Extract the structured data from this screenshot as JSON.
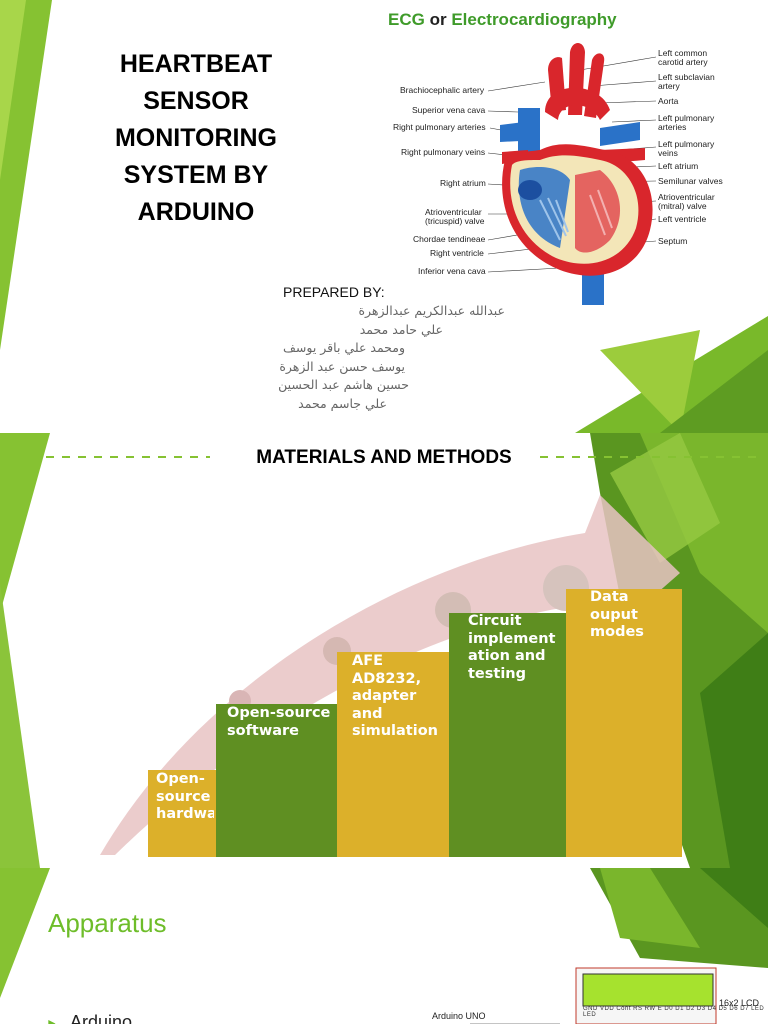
{
  "slide1": {
    "title": "HEARTBEAT SENSOR MONITORING SYSTEM BY ARDUINO",
    "title_lines": [
      "HEARTBEAT",
      "SENSOR",
      "MONITORING",
      "SYSTEM BY",
      "ARDUINO"
    ],
    "prepared_by": "PREPARED BY:",
    "authors": [
      "عبدالله عبدالكريم عبدالزهرة",
      "علي حامد محمد",
      "ومحمد علي باقر يوسف",
      "يوسف حسن عبد الزهرة",
      "حسين هاشم عبد الحسين",
      "علي جاسم محمد"
    ],
    "figure": {
      "title_a": "ECG",
      "title_or": "or",
      "title_b": "Electrocardiography",
      "labels_left": [
        "Brachiocephalic artery",
        "Superior vena cava",
        "Right pulmonary arteries",
        "Right pulmonary veins",
        "Right atrium",
        "Atrioventricular",
        "(tricuspid) valve",
        "Chordae tendineae",
        "Right ventricle",
        "Inferior vena cava"
      ],
      "labels_right": [
        "Left common",
        "carotid artery",
        "Left subclavian",
        "artery",
        "Aorta",
        "Left pulmonary",
        "arteries",
        "Left pulmonary",
        "veins",
        "Left atrium",
        "Semilunar valves",
        "Atrioventricular",
        "(mitral) valve",
        "Left ventricle",
        "Septum"
      ]
    }
  },
  "slide2": {
    "title": "MATERIALS AND METHODS",
    "steps": [
      {
        "label": "Open-\nsource\nhardware",
        "color": "#dcb02a"
      },
      {
        "label": "Open-source\nsoftware",
        "color": "#5f8f22"
      },
      {
        "label": "AFE\nAD8232,\nadapter\nand\nsimulation",
        "color": "#dcb02a"
      },
      {
        "label": "Circuit\nimplement\nation and\ntesting",
        "color": "#5f8f22"
      },
      {
        "label": "Data\nouput\nmodes",
        "color": "#dcb02a"
      }
    ]
  },
  "slide3": {
    "title": "Apparatus",
    "bullet_item": "Arduino",
    "board_label": "Arduino UNO",
    "lcd_label": "16x2 LCD",
    "lcd_pins": "GND VDD Cont RS RW E D0 D1 D2 D3 D4 D5 D6 D7 LED LED"
  },
  "colors": {
    "accent_green": "#6ebd2a",
    "dark_green": "#4a8a1c",
    "gold": "#dcb02a",
    "heart_red": "#d9262c",
    "vessel_blue": "#2a72c8"
  }
}
